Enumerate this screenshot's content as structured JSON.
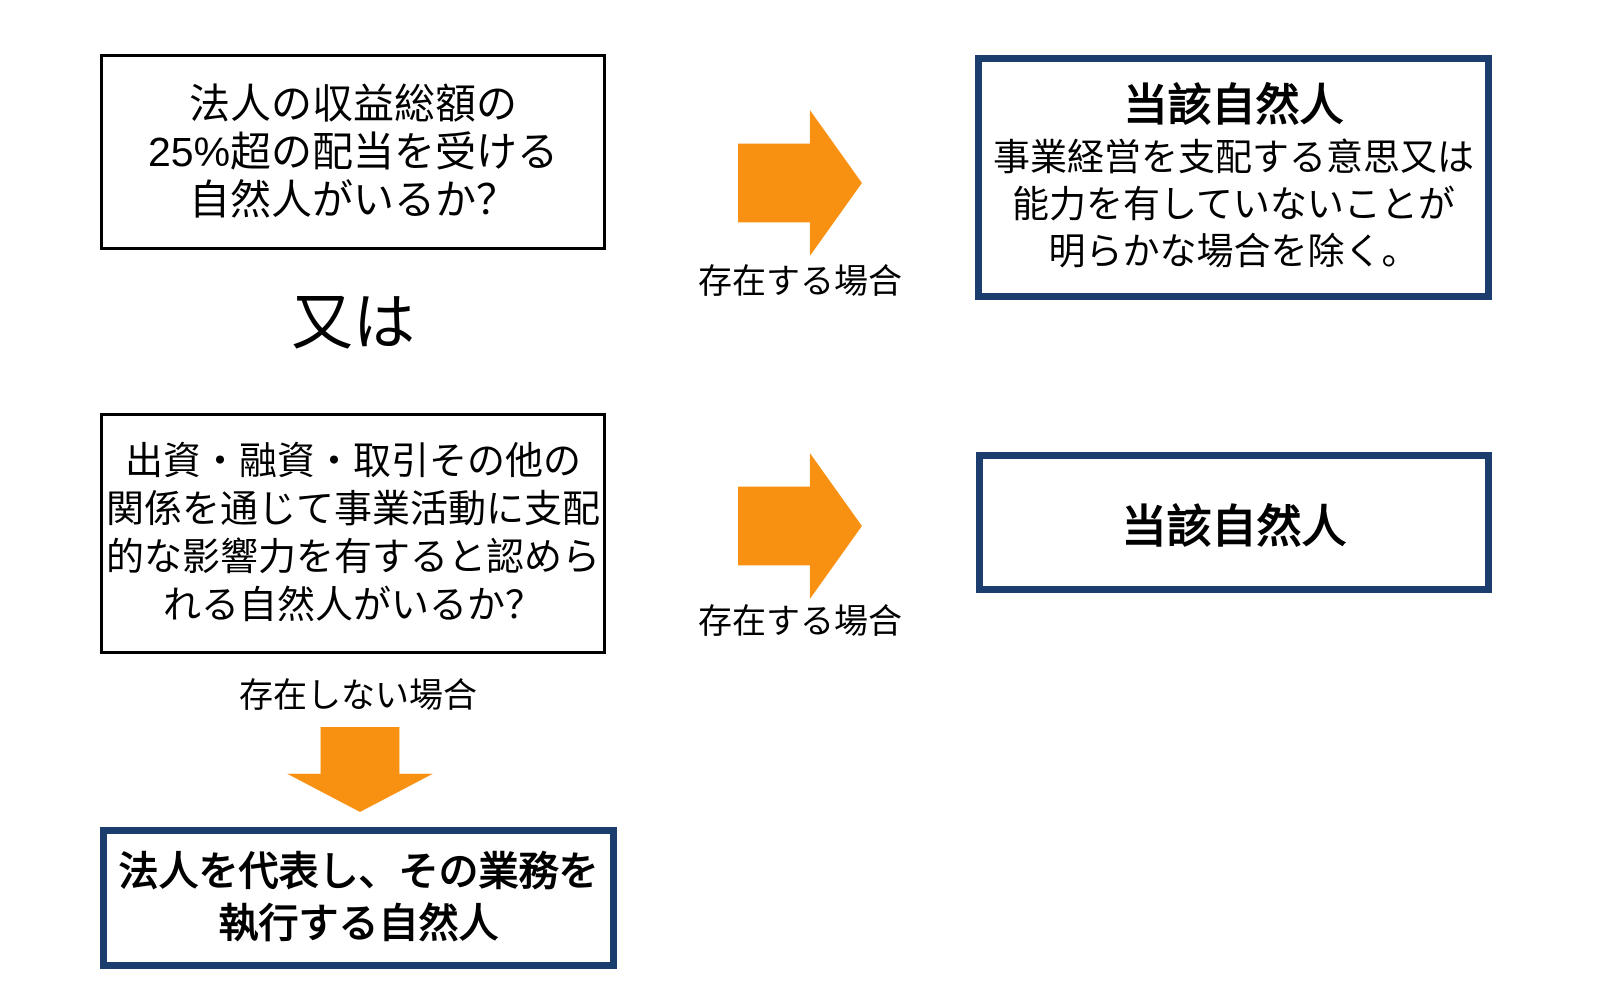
{
  "page": {
    "background": "#FFFFFF"
  },
  "colors": {
    "question_box_border": "#000000",
    "result_box_border": "#1B3E6E",
    "arrow_orange": "#F89112",
    "text": "#000000"
  },
  "question_box_1": {
    "lines": [
      "法人の収益総額の",
      "25%超の配当を受ける",
      "自然人がいるか？"
    ]
  },
  "or_label": "又は",
  "question_box_2": {
    "lines": [
      "出資・融資・取引その他の",
      "関係を通じて事業活動に支配",
      "的な影響力を有すると認めら",
      "れる自然人がいるか？"
    ]
  },
  "labels": {
    "exists_1": "存在する場合",
    "exists_2": "存在する場合",
    "not_exists": "存在しない場合"
  },
  "result_box_1": {
    "title": "当該自然人",
    "lines": [
      "事業経営を支配する意思又は",
      "能力を有していないことが",
      "明らかな場合を除く。"
    ]
  },
  "result_box_2": {
    "title": "当該自然人"
  },
  "result_box_3": {
    "lines": [
      "法人を代表し、その業務を",
      "執行する自然人"
    ]
  }
}
